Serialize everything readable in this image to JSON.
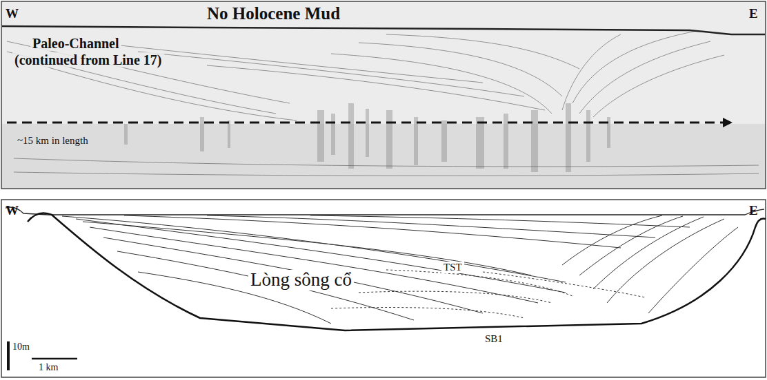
{
  "diagram": {
    "labels": [
      "W",
      "E",
      "No Holocene Mud",
      "Paleo-Channel",
      "(continued from Line 17)",
      "~15 km in length",
      "W",
      "E",
      "TST",
      "Lòng sông cổ",
      "SB1",
      "10m",
      "1 km"
    ]
  }
}
